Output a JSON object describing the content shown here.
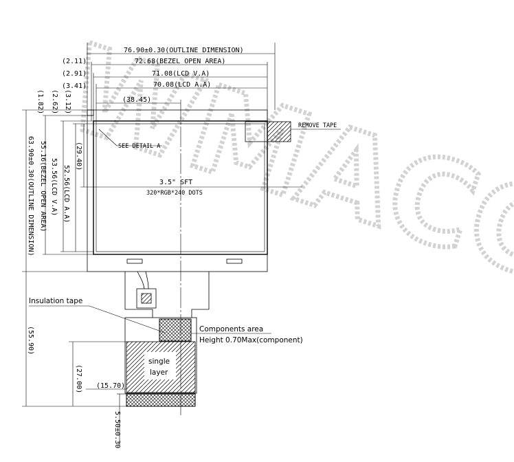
{
  "dimensions": {
    "outline_width": "76.90±0.30(OUTLINE DIMENSION)",
    "bezel_width": "72.68(BEZEL OPEN AREA)",
    "lcd_va_width": "71.08(LCD V.A)",
    "lcd_aa_width": "70.08(LCD A.A)",
    "off_211": "(2.11)",
    "off_291": "(2.91)",
    "off_341": "(3.41)",
    "off_3845": "(38.45)",
    "off_182": "(1.82)",
    "off_262": "(2.62)",
    "off_312": "(3.12)",
    "off_2940": "(29.40)",
    "outline_height": "63.90±0.30(OUTLINE DIMENSION)",
    "bezel_height": "55.16(BEZEL OPEN AREA)",
    "lcd_va_height": "53.56(LCD V.A)",
    "lcd_aa_height": "52.56(LCD A.A)",
    "fpc_total": "(55.90)",
    "fpc_27": "(27.00)",
    "fpc_1570": "(15.70)",
    "fpc_tab": "5.50±0.30"
  },
  "labels": {
    "remove_tape": "REMOVE TAPE",
    "see_detail": "SEE DETAIL A",
    "panel_size": "3.5\" SFT",
    "panel_res": "320*RGB*240 DOTS",
    "insulation_tape": "Insulation tape",
    "components_area": "Components area",
    "components_height": "Height 0.70Max(component)",
    "single": "single",
    "layer": "layer"
  },
  "watermark": "WMACC",
  "colors": {
    "line": "#000000",
    "watermark": "#c8c8c8"
  }
}
